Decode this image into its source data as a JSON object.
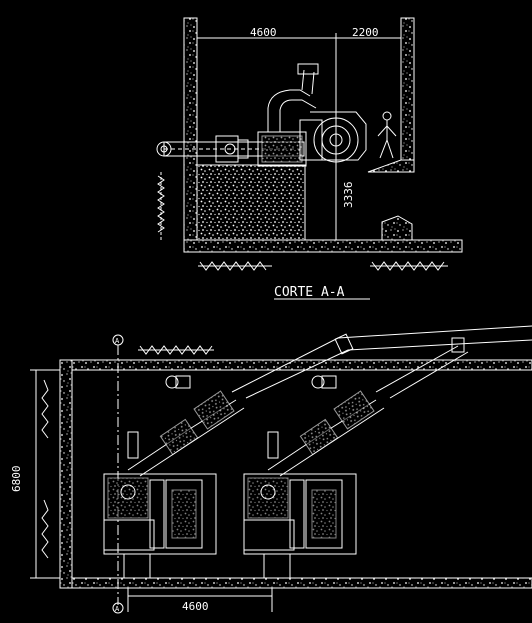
{
  "section": {
    "title": "CORTE A-A",
    "dim_width_left": "4600",
    "dim_width_right": "2200",
    "dim_height": "3336"
  },
  "plan": {
    "dim_height": "6800",
    "dim_spacing": "4600",
    "axis_marker": "A"
  }
}
